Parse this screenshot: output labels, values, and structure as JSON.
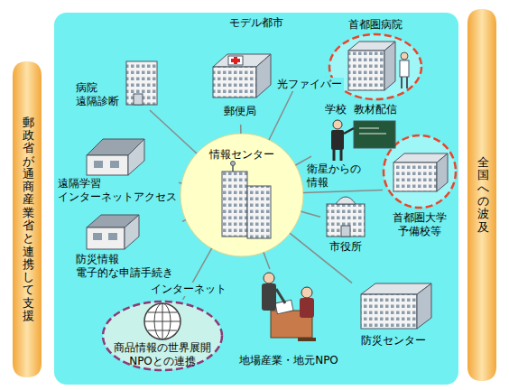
{
  "diagram": {
    "nodes": [
      {
        "text": [
          "郵政省が通商産業省と連携して支援"
        ]
      },
      {
        "text": [
          "全国への波及"
        ]
      },
      {
        "text": [
          "モデル都市"
        ]
      },
      {
        "text": [
          "病院 遠隔診断"
        ],
        "in": 2
      },
      {
        "text": [
          "郵便局"
        ],
        "in": 2
      },
      {
        "text": [
          "首都圏病院"
        ],
        "in": 2
      },
      {
        "text": [
          "学校",
          "教材配信"
        ],
        "in": 2
      },
      {
        "text": [
          "遠隔学習 インターネットアクセス"
        ],
        "in": 2
      },
      {
        "text": [
          "情報センター"
        ],
        "in": 2
      },
      {
        "text": [
          "首都圏大学 予備校等"
        ],
        "in": 2
      },
      {
        "text": [
          "市役所"
        ],
        "in": 2
      },
      {
        "text": [
          "防災情報 電子的な申請手続き"
        ],
        "in": 2
      },
      {
        "text": [
          "防災センター"
        ],
        "in": 2
      },
      {
        "text": [
          "商品情報の世界展開 NPOとの連携"
        ],
        "in": 2
      },
      {
        "text": [
          "地場産業・地元NPO"
        ],
        "in": 2
      }
    ],
    "edges": [
      {
        "from": 8,
        "to": 3,
        "arrow": "none"
      },
      {
        "from": 8,
        "to": 4,
        "arrow": "none"
      },
      {
        "from": 8,
        "to": 5,
        "label": "光ファイバー",
        "arrow": "none"
      },
      {
        "from": 8,
        "to": 6,
        "arrow": "none"
      },
      {
        "from": 8,
        "to": 7,
        "arrow": "none"
      },
      {
        "from": 8,
        "to": 9,
        "arrow": "none"
      },
      {
        "from": 8,
        "to": 10,
        "arrow": "none"
      },
      {
        "from": 8,
        "to": 11,
        "arrow": "none"
      },
      {
        "from": 8,
        "to": 12,
        "arrow": "none"
      },
      {
        "from": 8,
        "to": 13,
        "label": "インターネット",
        "arrow": "none"
      },
      {
        "from": 8,
        "to": 14,
        "arrow": "none"
      }
    ],
    "labels": [
      "衛星からの 情報"
    ]
  }
}
